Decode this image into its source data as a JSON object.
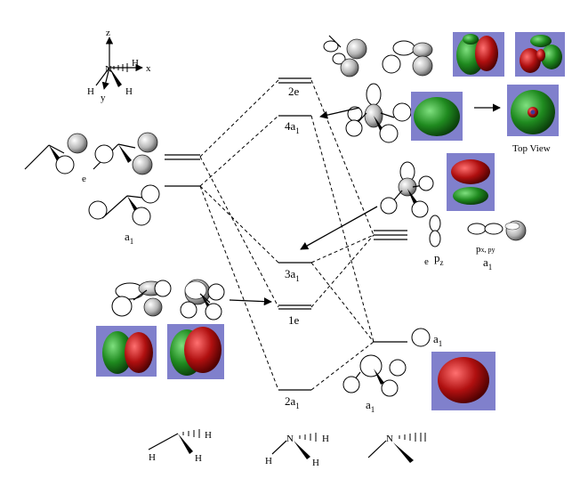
{
  "axes": {
    "z": "z",
    "x": "x",
    "y": "y",
    "n": "N",
    "h": "H"
  },
  "levels": [
    {
      "id": "2e",
      "main": "2e",
      "sub": ""
    },
    {
      "id": "4a1",
      "main": "4a",
      "sub": "1"
    },
    {
      "id": "3a1",
      "main": "3a",
      "sub": "1"
    },
    {
      "id": "1e",
      "main": "1e",
      "sub": ""
    },
    {
      "id": "2a1",
      "main": "2a",
      "sub": "1"
    }
  ],
  "left_fragment": {
    "e_label": "e",
    "a1_main": "a",
    "a1_sub": "1"
  },
  "right_fragment": {
    "e_label": "e",
    "pz_main": "p",
    "pz_sub": "z",
    "pxpy_label": "p",
    "pxpy_text": "x, py",
    "a1p_main": "a",
    "a1p_sub": "1",
    "a1s_main": "a",
    "a1s_sub": "1",
    "a1_bottom_main": "a",
    "a1_bottom_sub": "1"
  },
  "top_view_label": "Top View",
  "molecules": [
    {
      "name": "CH3 fragment",
      "atom": "H"
    },
    {
      "name": "NH3",
      "atom_center": "N",
      "atom": "H"
    },
    {
      "name": "N fragment"
    }
  ],
  "colors": {
    "phase_positive": "#b01010",
    "phase_negative": "#1f8a1f",
    "panel": "#8080cc"
  }
}
